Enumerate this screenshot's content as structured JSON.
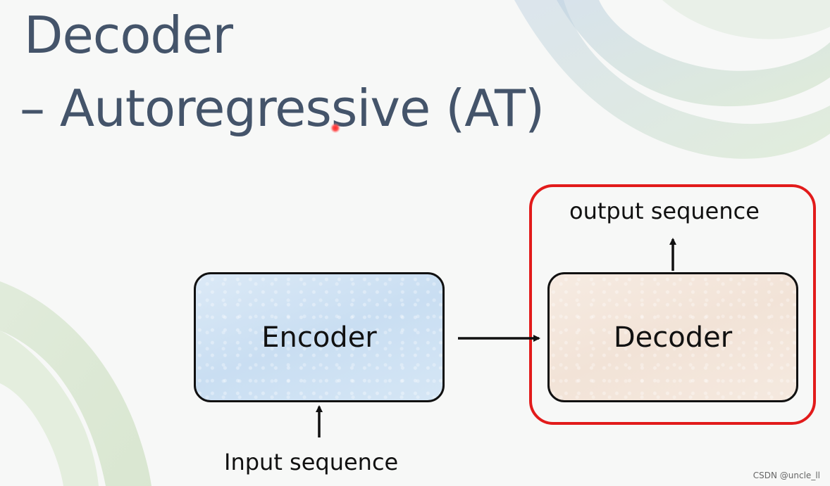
{
  "slide": {
    "title_line1": "Decoder",
    "title_line2": "– Autoregressive (AT)",
    "title_color": "#44546a"
  },
  "diagram": {
    "encoder": {
      "label": "Encoder",
      "fill": "#cfe1f3"
    },
    "decoder": {
      "label": "Decoder",
      "fill": "#f3e6da"
    },
    "input_label": "Input sequence",
    "output_label": "output sequence",
    "highlight_color": "#e21b1b",
    "edges": [
      {
        "from": "input sequence",
        "to": "Encoder"
      },
      {
        "from": "Encoder",
        "to": "Decoder"
      },
      {
        "from": "Decoder",
        "to": "output sequence"
      }
    ]
  },
  "watermark": "CSDN @uncle_ll",
  "icons": {
    "laser_pointer": "laser-pointer-icon"
  }
}
